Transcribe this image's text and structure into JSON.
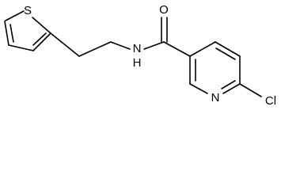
{
  "atoms": {
    "sulfur": "S",
    "oxygen": "O",
    "nitrogen_amide": "N",
    "hydrogen_amide": "H",
    "nitrogen_ring": "N",
    "chlorine": "Cl"
  },
  "colors": {
    "bond": "#000000",
    "label": "#000000",
    "background": "#ffffff"
  }
}
